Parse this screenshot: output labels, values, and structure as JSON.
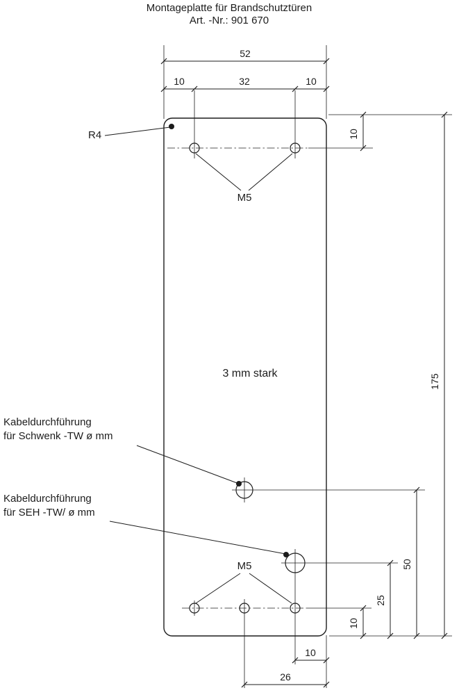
{
  "title": {
    "line1": "Montageplatte für Brandschutztüren",
    "line2": "Art. -Nr.: 901 670"
  },
  "plate": {
    "material_note": "3 mm stark",
    "corner_radius": "R4"
  },
  "thread_labels": {
    "top": "M5",
    "bottom": "M5"
  },
  "cable_labels": {
    "schwenk_line1": "Kabeldurchführung",
    "schwenk_line2": "für Schwenk -TW ø mm",
    "seh_line1": "Kabeldurchführung",
    "seh_line2": "für SEH -TW/ ø mm"
  },
  "dimensions": {
    "width_total": "52",
    "width_left": "10",
    "width_center": "32",
    "width_right": "10",
    "top_hole_offset": "10",
    "height_total": "175",
    "dim_50": "50",
    "dim_25": "25",
    "dim_10_vertical": "10",
    "dim_10_bottom": "10",
    "dim_26": "26"
  },
  "colors": {
    "line": "#1c1c1c",
    "background": "#ffffff"
  }
}
